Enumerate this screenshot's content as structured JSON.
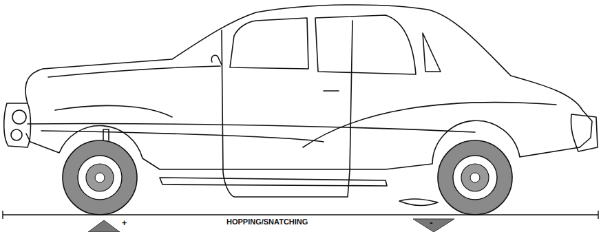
{
  "diagram": {
    "labels": [
      "+",
      "HOPPING/SNATCHING",
      "-"
    ]
  }
}
